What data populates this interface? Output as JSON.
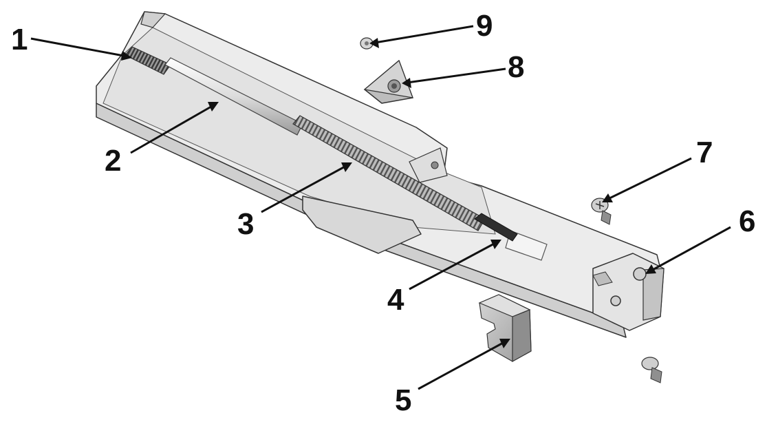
{
  "diagram": {
    "background_color": "#ffffff",
    "line_color": "#111111",
    "part_fill": "#e6e6e6",
    "part_shadow": "#bdbdbd",
    "callouts": [
      {
        "label": "1"
      },
      {
        "label": "2"
      },
      {
        "label": "3"
      },
      {
        "label": "4"
      },
      {
        "label": "5"
      },
      {
        "label": "6"
      },
      {
        "label": "7"
      },
      {
        "label": "8"
      },
      {
        "label": "9"
      }
    ]
  }
}
